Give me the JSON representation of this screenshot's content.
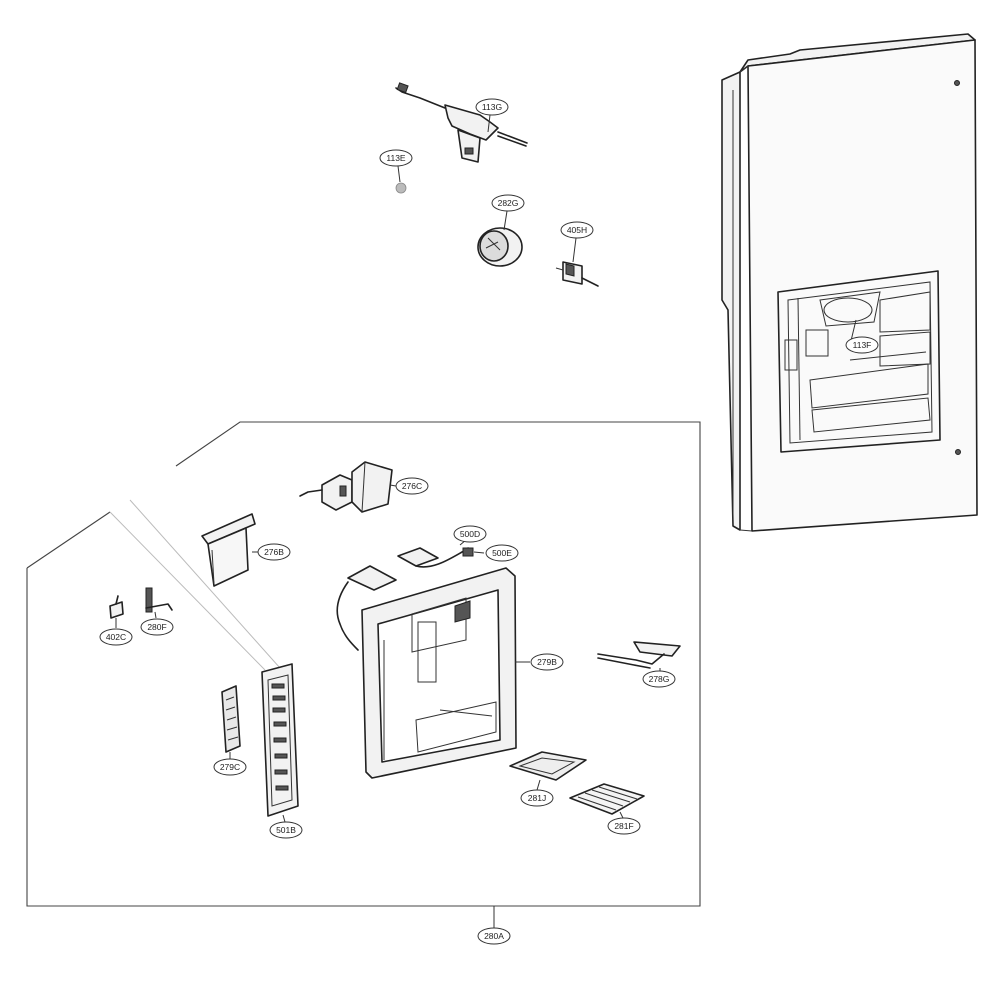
{
  "callouts": {
    "c113G": "113G",
    "c113E": "113E",
    "c282G": "282G",
    "c405H": "405H",
    "c113F": "113F",
    "c276C": "276C",
    "c276B": "276B",
    "c500D": "500D",
    "c500E": "500E",
    "c402C": "402C",
    "c280F": "280F",
    "c279B": "279B",
    "c278G": "278G",
    "c279C": "279C",
    "c281J": "281J",
    "c281F": "281F",
    "c501B": "501B",
    "c280A": "280A"
  }
}
